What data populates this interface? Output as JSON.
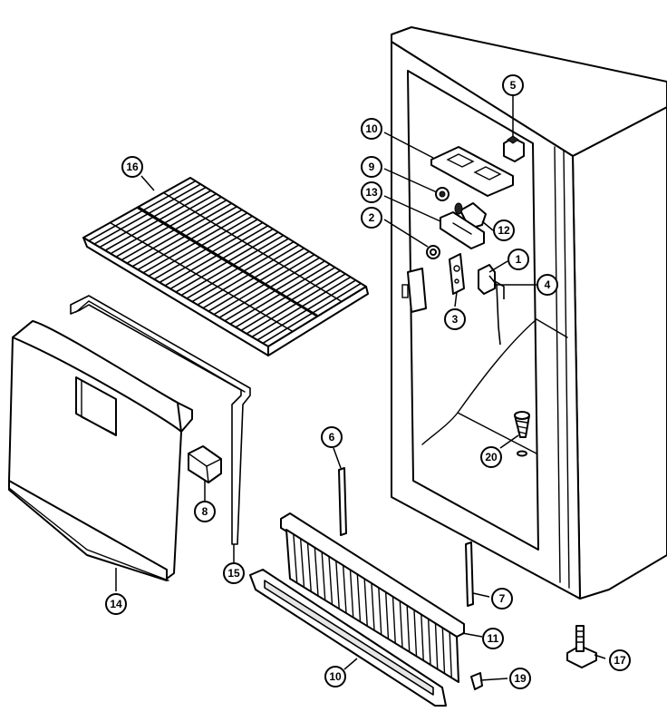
{
  "callouts": [
    {
      "label": "1"
    },
    {
      "label": "2"
    },
    {
      "label": "3"
    },
    {
      "label": "4"
    },
    {
      "label": "5"
    },
    {
      "label": "6"
    },
    {
      "label": "7"
    },
    {
      "label": "8"
    },
    {
      "label": "9"
    },
    {
      "label": "10"
    },
    {
      "label": "10"
    },
    {
      "label": "11"
    },
    {
      "label": "12"
    },
    {
      "label": "13"
    },
    {
      "label": "14"
    },
    {
      "label": "15"
    },
    {
      "label": "16"
    },
    {
      "label": "17"
    },
    {
      "label": "19"
    },
    {
      "label": "20"
    }
  ]
}
